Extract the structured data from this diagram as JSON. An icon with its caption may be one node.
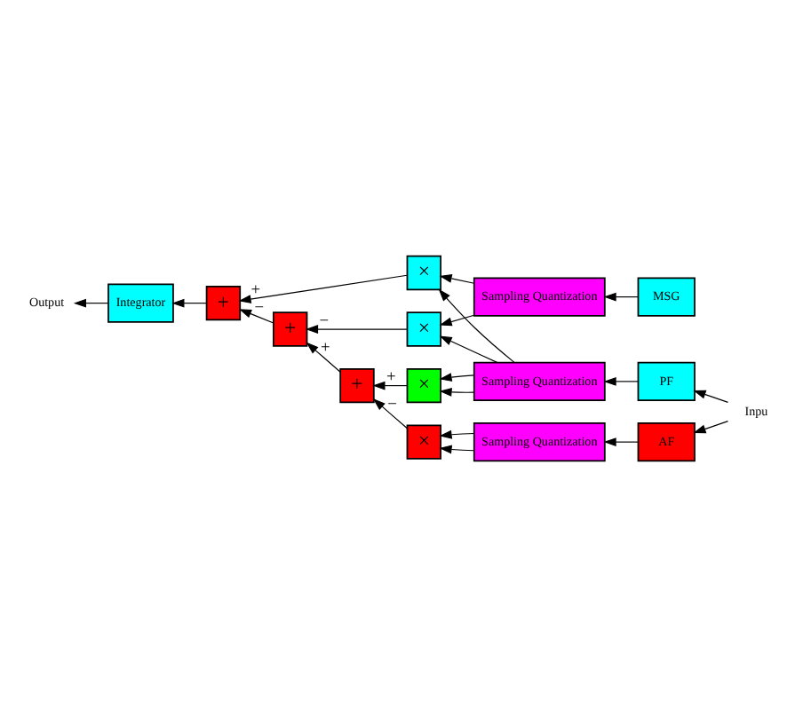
{
  "diagram": {
    "nodes": [
      {
        "text": [
          "Sampling Quantization"
        ]
      },
      {
        "text": [
          "AF"
        ]
      },
      {
        "text": [
          "Inpu"
        ]
      },
      {
        "text": [
          "Sampling Quantization"
        ]
      },
      {
        "text": [
          "PF"
        ]
      },
      {
        "text": [
          "×"
        ]
      },
      {
        "text": [
          "Sampling Quantization"
        ]
      },
      {
        "text": [
          "MSG"
        ]
      },
      {
        "text": [
          "×"
        ]
      },
      {
        "text": [
          "+"
        ]
      },
      {
        "text": [
          "+"
        ]
      },
      {
        "text": [
          "×"
        ]
      },
      {
        "text": [
          "+"
        ]
      },
      {
        "text": [
          "×"
        ]
      },
      {
        "text": [
          "Integrator"
        ]
      },
      {
        "text": [
          "Output"
        ]
      }
    ],
    "edges": [
      {
        "from": 2,
        "to": 1,
        "arrow": "to"
      },
      {
        "from": 2,
        "to": 4,
        "arrow": "to"
      },
      {
        "from": 1,
        "to": 0,
        "arrow": "to"
      },
      {
        "from": 4,
        "to": 3,
        "arrow": "to"
      },
      {
        "from": 7,
        "to": 6,
        "arrow": "to"
      },
      {
        "from": 3,
        "to": 5,
        "arrow": "to"
      },
      {
        "from": 6,
        "to": 5,
        "arrow": "to"
      },
      {
        "from": 3,
        "to": 8,
        "arrow": "to"
      },
      {
        "from": 6,
        "to": 8,
        "arrow": "to"
      },
      {
        "from": 3,
        "to": 11,
        "arrow": "to"
      },
      {
        "from": 3,
        "to": 11,
        "arrow": "to"
      },
      {
        "from": 0,
        "to": 13,
        "arrow": "to"
      },
      {
        "from": 0,
        "to": 13,
        "arrow": "to"
      },
      {
        "from": 5,
        "to": 10,
        "arrow": "to",
        "label": "+"
      },
      {
        "from": 8,
        "to": 9,
        "arrow": "to",
        "label": "−"
      },
      {
        "from": 11,
        "to": 12,
        "arrow": "to",
        "label": "+"
      },
      {
        "from": 13,
        "to": 12,
        "arrow": "to",
        "label": "−"
      },
      {
        "from": 12,
        "to": 9,
        "arrow": "to",
        "label": "+"
      },
      {
        "from": 9,
        "to": 10,
        "arrow": "to",
        "label": "−"
      },
      {
        "from": 10,
        "to": 14,
        "arrow": "to"
      },
      {
        "from": 14,
        "to": 15,
        "arrow": "to"
      }
    ]
  }
}
